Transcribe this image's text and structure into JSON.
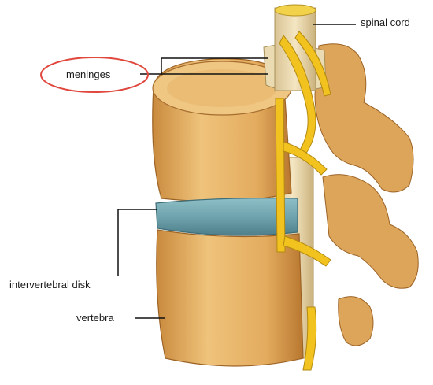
{
  "labels": {
    "spinal_cord": "spinal cord",
    "meninges": "meninges",
    "intervertebral_disk": "intervertebral disk",
    "vertebra": "vertebra"
  },
  "colors": {
    "bone": "#e8b56a",
    "bone_dark": "#b9772f",
    "disk": "#6fa3ad",
    "nerve": "#f2c21f",
    "cord": "#eeddb0",
    "highlight_ring": "#e0473d",
    "leader_line": "#111111"
  },
  "highlight": {
    "target": "meninges",
    "shape": "ellipse-outline"
  }
}
